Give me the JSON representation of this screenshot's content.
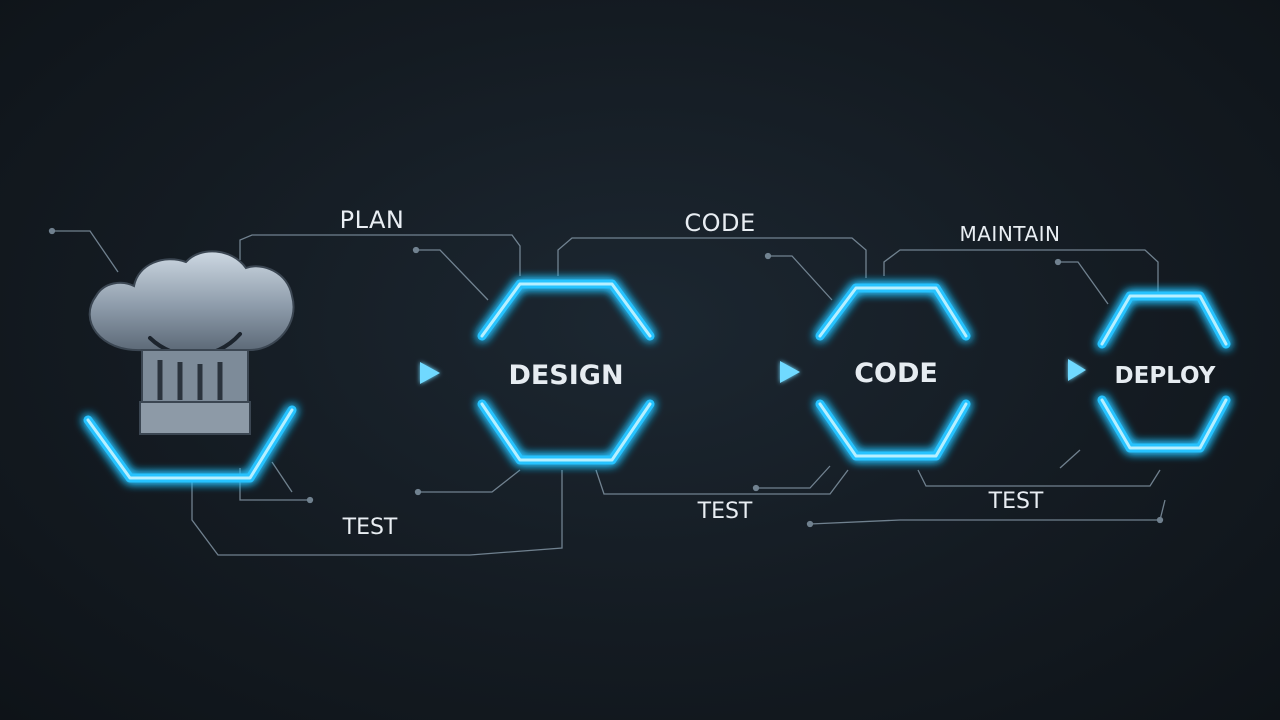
{
  "top_labels": {
    "plan": "PLAN",
    "code": "CODE",
    "maintain": "MAINTAIN"
  },
  "nodes": {
    "start_icon": "chef-hat-icon",
    "design": "DESIGN",
    "code": "CODE",
    "deploy": "DEPLOY"
  },
  "bottom_labels": {
    "test_1": "TEST",
    "test_2": "TEST",
    "test_3": "TEST"
  },
  "colors": {
    "glow": "#27c3ff",
    "glow_core": "#a9ecff",
    "line": "#8fa3b3",
    "background": "#141b22"
  }
}
